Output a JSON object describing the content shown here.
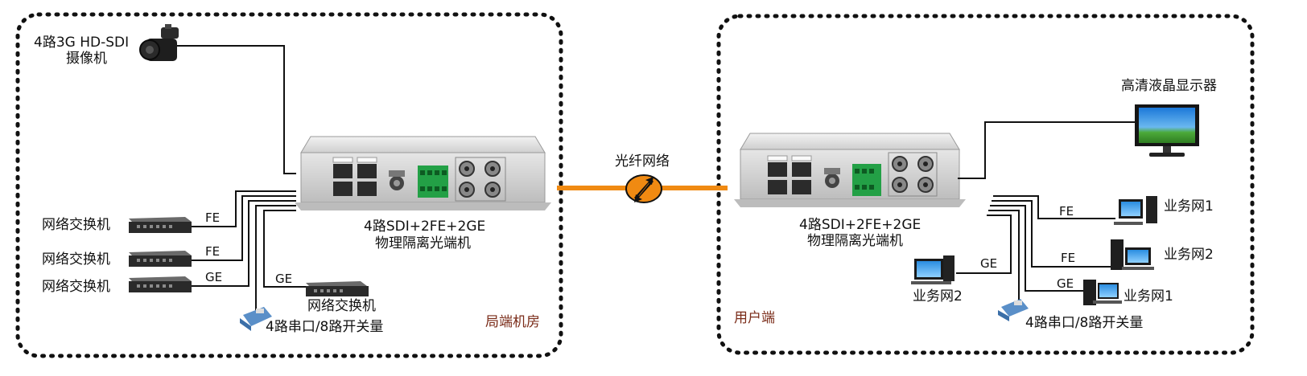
{
  "zones": {
    "local_label": "局端机房",
    "user_label": "用户端"
  },
  "local": {
    "camera_label_line1": "4路3G HD-SDI",
    "camera_label_line2": "摄像机",
    "switch1_label": "网络交换机",
    "switch2_label": "网络交换机",
    "switch3_label": "网络交换机",
    "switch4_label": "网络交换机",
    "link_fe1": "FE",
    "link_fe2": "FE",
    "link_ge1": "GE",
    "link_ge2": "GE",
    "serial_label": "4路串口/8路开关量",
    "device_label_line1": "4路SDI+2FE+2GE",
    "device_label_line2": "物理隔离光端机"
  },
  "fiber": {
    "label": "光纤网络"
  },
  "remote": {
    "display_label": "高清液晶显示器",
    "device_label_line1": "4路SDI+2FE+2GE",
    "device_label_line2": "物理隔离光端机",
    "link_ge": "GE",
    "link_fe1": "FE",
    "link_fe2": "FE",
    "link_ge2": "GE",
    "pc_left_label": "业务网2",
    "pc_top_label": "业务网1",
    "pc_mid_label": "业务网2",
    "pc_bottom_label": "业务网1",
    "serial_label": "4路串口/8路开关量"
  },
  "colors": {
    "fiber": "#f08a12",
    "zone_border": "#111111",
    "zone_label": "#7a2b18"
  }
}
